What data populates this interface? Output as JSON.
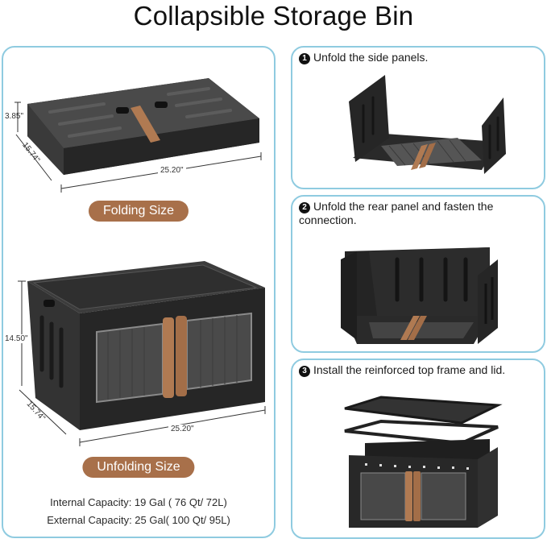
{
  "title": "Collapsible Storage Bin",
  "left_panel": {
    "folded": {
      "label": "Folding Size",
      "dimensions": {
        "height": "3.85\"",
        "depth": "15.74\"",
        "width": "25.20\""
      }
    },
    "unfolded": {
      "label": "Unfolding Size",
      "dimensions": {
        "height": "14.50\"",
        "depth": "15.74\"",
        "width": "25.20\""
      }
    },
    "capacity": {
      "internal": "Internal Capacity: 19 Gal ( 76 Qt/ 72L)",
      "external": "External Capacity: 25 Gal( 100 Qt/ 95L)"
    }
  },
  "steps": [
    {
      "number": "1",
      "text": "Unfold the side panels."
    },
    {
      "number": "2",
      "text": "Unfold the rear panel and fasten the connection."
    },
    {
      "number": "3",
      "text": "Install the reinforced top frame and lid."
    }
  ],
  "colors": {
    "panel_border": "#8fcbe0",
    "badge_bg": "#a8704a",
    "bin_body": "#2b2b2b",
    "strap_wood": "#b07a52"
  }
}
